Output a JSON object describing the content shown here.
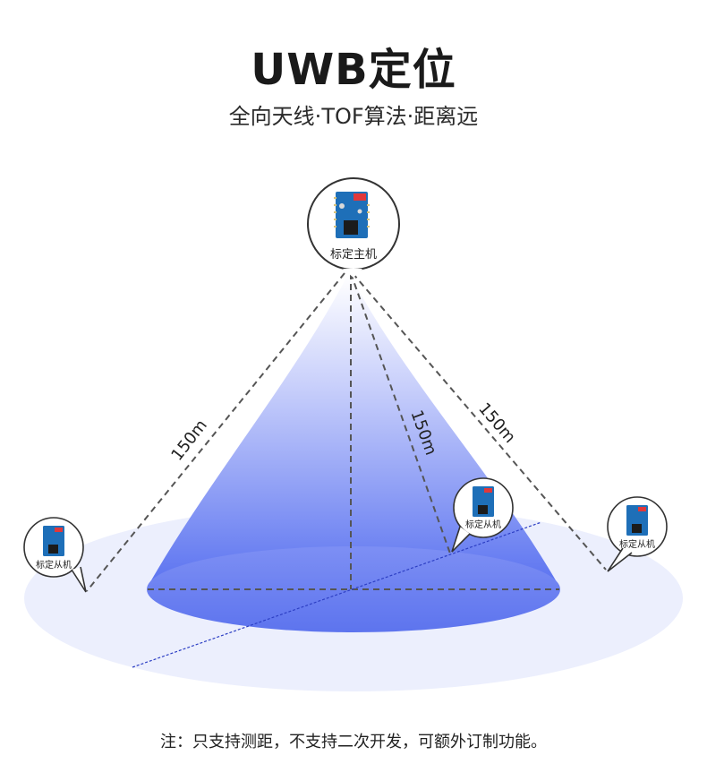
{
  "header": {
    "title": "UWB定位",
    "subtitle": "全向天线·TOF算法·距离远"
  },
  "nodes": {
    "master_label": "标定主机",
    "slave_label": "标定从机"
  },
  "distances": {
    "left": "150m",
    "center": "150m",
    "right": "150m"
  },
  "footer": {
    "note": "注：只支持测距，不支持二次开发，可额外订制功能。"
  },
  "colors": {
    "cone_top": "#f0f2ff",
    "cone_bottom": "#5a72f0",
    "ground": "#eceffd",
    "dash": "#555555",
    "axis_line": "#2d3fc4",
    "board": "#1e6fb8"
  }
}
